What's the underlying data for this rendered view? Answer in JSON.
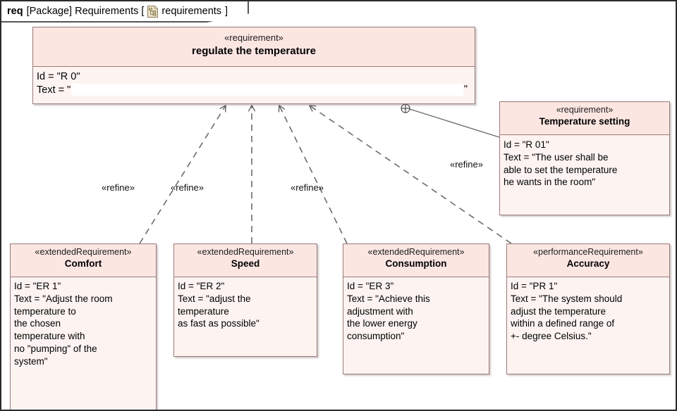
{
  "frame": {
    "keyword": "req",
    "scope": "[Package] Requirements [",
    "icon": "package-diagram-icon",
    "diagram_name": "requirements",
    "close_bracket": "]"
  },
  "colors": {
    "box_fill": "#fdf4f2",
    "box_header_fill": "#fbe6e2",
    "box_border": "#9b7b7b",
    "frame_border": "#2b2b2b",
    "connector": "#6b6b6b"
  },
  "blocks": {
    "main": {
      "stereotype": "«requirement»",
      "name": "regulate the temperature",
      "id_line": "Id = \"R 0\"",
      "text_label": "Text = \"",
      "text_value": "",
      "text_close_quote": "\""
    },
    "temperature_setting": {
      "stereotype": "«requirement»",
      "name": "Temperature setting",
      "lines": [
        "Id = \"R 01\"",
        "Text = \"The user shall be",
        "able to set the temperature",
        "he wants in the room\""
      ]
    },
    "comfort": {
      "stereotype": "«extendedRequirement»",
      "name": "Comfort",
      "lines": [
        "Id = \"ER 1\"",
        "Text = \"Adjust the room",
        "temperature to",
        "the chosen",
        "temperature with",
        "no \"pumping\" of the",
        "system\""
      ]
    },
    "speed": {
      "stereotype": "«extendedRequirement»",
      "name": "Speed",
      "lines": [
        "Id = \"ER 2\"",
        "Text = \"adjust the",
        "temperature",
        "as fast as possible\""
      ]
    },
    "consumption": {
      "stereotype": "«extendedRequirement»",
      "name": "Consumption",
      "lines": [
        "Id = \"ER 3\"",
        "Text = \"Achieve this",
        "adjustment with",
        "the lower energy",
        "consumption\""
      ]
    },
    "accuracy": {
      "stereotype": "«performanceRequirement»",
      "name": "Accuracy",
      "lines": [
        "Id = \"PR 1\"",
        "Text = \"The system should",
        "adjust the temperature",
        "within a defined range of",
        "+- degree Celsius.\""
      ]
    }
  },
  "connectors": {
    "refine_labels": [
      "«refine»",
      "«refine»",
      "«refine»",
      "«refine»"
    ],
    "containment_symbol": "⊕"
  }
}
